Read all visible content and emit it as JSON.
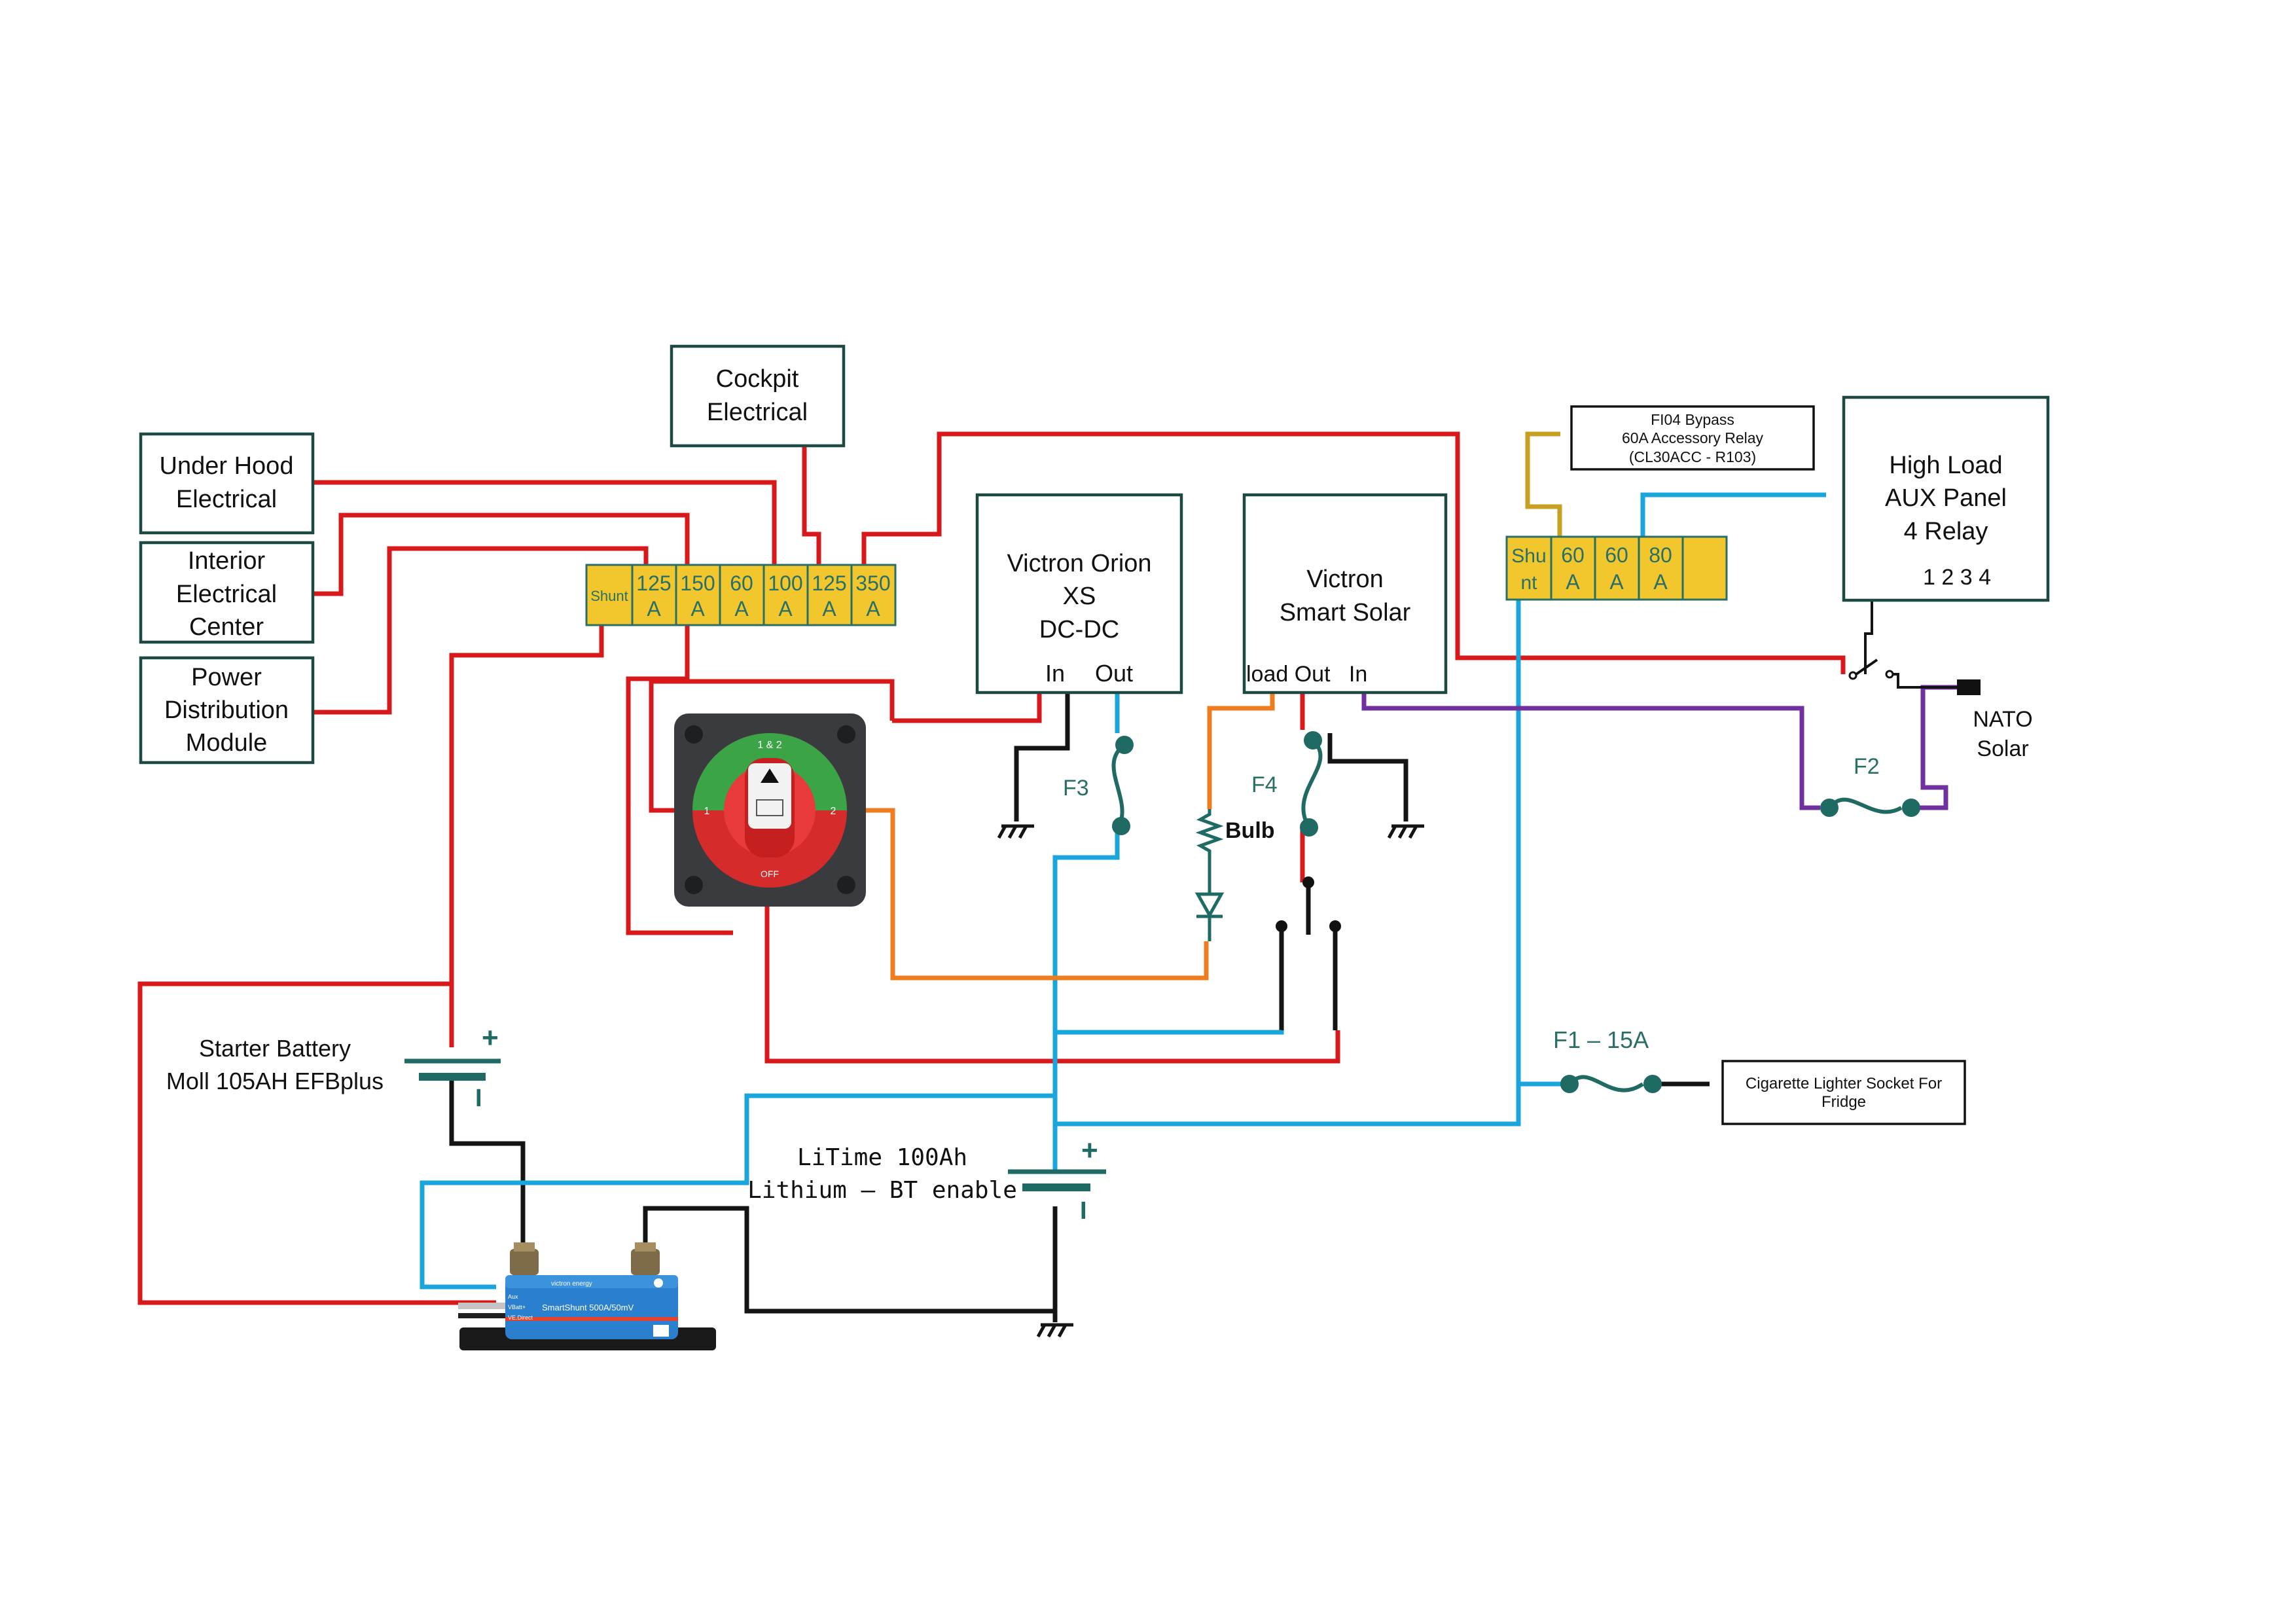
{
  "boxes": {
    "under_hood": [
      "Under Hood",
      "Electrical"
    ],
    "interior": [
      "Interior",
      "Electrical",
      "Center"
    ],
    "pdm": [
      "Power",
      "Distribution",
      "Module"
    ],
    "cockpit": [
      "Cockpit",
      "Electrical"
    ],
    "orion": [
      "Victron Orion",
      "XS",
      "DC-DC"
    ],
    "orion_in": "In",
    "orion_out": "Out",
    "solar": [
      "Victron",
      "Smart Solar"
    ],
    "solar_ports": "load Out   In",
    "high_load": [
      "High Load",
      "AUX Panel",
      "4 Relay"
    ],
    "relay_numbers": "1 2 3 4",
    "fi04": [
      "FI04 Bypass",
      "60A Accessory Relay",
      "(CL30ACC - R103)"
    ],
    "cig": [
      "Cigarette Lighter Socket For",
      "Fridge"
    ]
  },
  "fuse_block_left": {
    "shunt": "Shunt",
    "fuses": [
      {
        "top": "125",
        "bottom": "A"
      },
      {
        "top": "150",
        "bottom": "A"
      },
      {
        "top": "60",
        "bottom": "A"
      },
      {
        "top": "100",
        "bottom": "A"
      },
      {
        "top": "125",
        "bottom": "A"
      },
      {
        "top": "350",
        "bottom": "A"
      }
    ]
  },
  "fuse_block_right": {
    "shunt": [
      "Shu",
      "nt"
    ],
    "fuses": [
      {
        "top": "60",
        "bottom": "A"
      },
      {
        "top": "60",
        "bottom": "A"
      },
      {
        "top": "80",
        "bottom": "A"
      },
      {
        "top": "",
        "bottom": ""
      }
    ]
  },
  "labels": {
    "f1": "F1 – 15A",
    "f2": "F2",
    "f3": "F3",
    "f4": "F4",
    "bulb": "Bulb",
    "nato": [
      "NATO",
      "Solar"
    ],
    "starter_battery": [
      "Starter Battery",
      "Moll 105AH EFBplus"
    ],
    "litime": [
      "LiTime 100Ah",
      "Lithium – BT enable"
    ],
    "plus": "+",
    "minus": "I"
  },
  "switch_labels": {
    "top": "1 & 2",
    "left": "1",
    "right": "2",
    "off": "OFF"
  },
  "shunt_device": {
    "brand": "victron energy",
    "model": "SmartShunt 500A/50mV",
    "pins": [
      "Aux",
      "VBatt+",
      "VE.Direct"
    ]
  },
  "colors": {
    "red": "#d8191c",
    "black": "#141414",
    "blue": "#1aa6dd",
    "orange": "#ee7d20",
    "purple": "#7030a0",
    "gold": "#c7a021",
    "fuse_block": "#f2c72e",
    "fuse_symbol": "#1f6b63"
  },
  "icons": [
    "ground-icon",
    "fuse-icon",
    "battery-icon",
    "resistor-icon",
    "diode-icon",
    "battery-switch-icon",
    "smart-shunt-icon",
    "relay-switch-icon"
  ]
}
